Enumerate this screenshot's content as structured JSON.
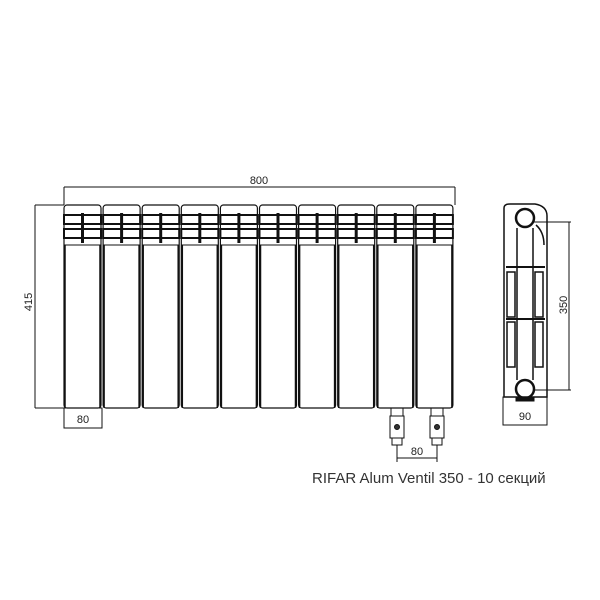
{
  "caption": "RIFAR Alum Ventil 350 - 10 секций",
  "sections": 10,
  "dimensions": {
    "total_width": "800",
    "height": "415",
    "section_width": "80",
    "valve_spacing": "80",
    "axis_distance": "350",
    "depth": "90"
  }
}
